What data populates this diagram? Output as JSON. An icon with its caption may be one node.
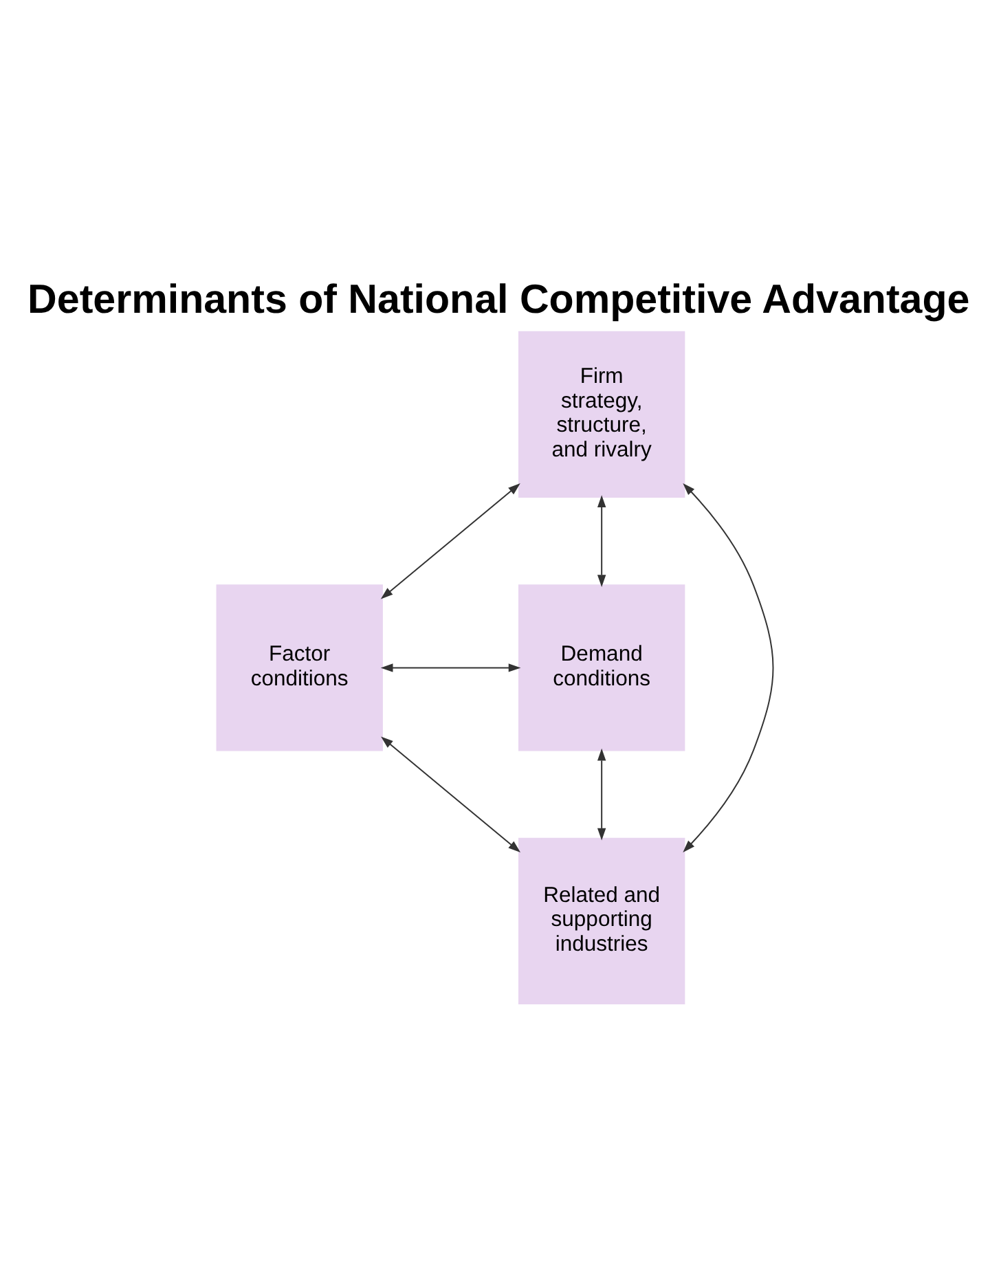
{
  "diagram": {
    "title": "Determinants of National Competitive Advantage",
    "nodes": [
      {
        "text": [
          "Firm strategy, structure, and rivalry"
        ]
      },
      {
        "text": [
          "Factor conditions"
        ]
      },
      {
        "text": [
          "Demand conditions"
        ]
      },
      {
        "text": [
          "Related and supporting industries"
        ]
      }
    ],
    "edges": [
      {
        "from": 0,
        "to": 1,
        "arrow": "both"
      },
      {
        "from": 0,
        "to": 2,
        "arrow": "both"
      },
      {
        "from": 0,
        "to": 3,
        "arrow": "both"
      },
      {
        "from": 1,
        "to": 2,
        "arrow": "both"
      },
      {
        "from": 1,
        "to": 3,
        "arrow": "both"
      },
      {
        "from": 2,
        "to": 3,
        "arrow": "both"
      }
    ]
  }
}
